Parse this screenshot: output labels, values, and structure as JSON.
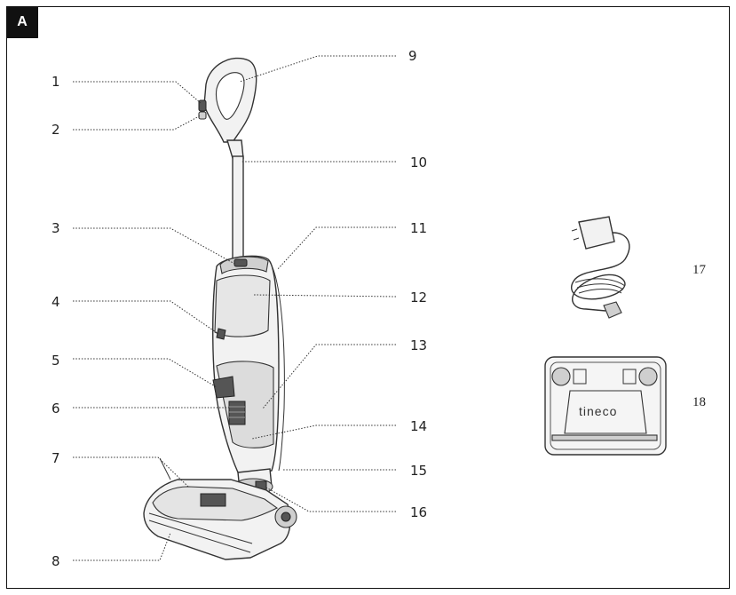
{
  "badge": "A",
  "callouts_left": [
    {
      "id": "1",
      "label": "1"
    },
    {
      "id": "2",
      "label": "2"
    },
    {
      "id": "3",
      "label": "3"
    },
    {
      "id": "4",
      "label": "4"
    },
    {
      "id": "5",
      "label": "5"
    },
    {
      "id": "6",
      "label": "6"
    },
    {
      "id": "7",
      "label": "7"
    },
    {
      "id": "8",
      "label": "8"
    }
  ],
  "callouts_right": [
    {
      "id": "9",
      "label": "9"
    },
    {
      "id": "10",
      "label": "10"
    },
    {
      "id": "11",
      "label": "11"
    },
    {
      "id": "12",
      "label": "12"
    },
    {
      "id": "13",
      "label": "13"
    },
    {
      "id": "14",
      "label": "14"
    },
    {
      "id": "15",
      "label": "15"
    },
    {
      "id": "16",
      "label": "16"
    }
  ],
  "accessories": [
    {
      "id": "17",
      "label": "17",
      "name": "charger-adapter"
    },
    {
      "id": "18",
      "label": "18",
      "name": "storage-tray"
    }
  ],
  "tray_brand": "tineco"
}
